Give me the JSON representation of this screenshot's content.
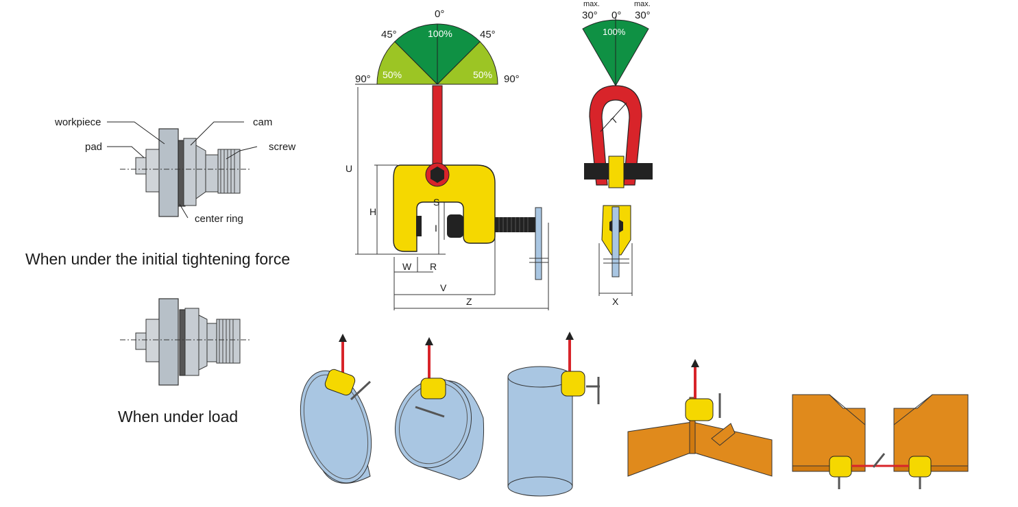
{
  "cam_labels": {
    "workpiece": "workpiece",
    "pad": "pad",
    "cam": "cam",
    "screw": "screw",
    "center_ring": "center ring"
  },
  "captions": {
    "initial": "When under the initial tightening force",
    "load": "When under load"
  },
  "clamp_dims": {
    "U": "U",
    "H": "H",
    "S": "S",
    "I": "I",
    "W": "W",
    "R": "R",
    "V": "V",
    "Z": "Z",
    "T": "T",
    "X": "X"
  },
  "angle_chart_front": {
    "top_angle": "0°",
    "left_45": "45°",
    "right_45": "45°",
    "left_90": "90°",
    "right_90": "90°",
    "center_pct": "100%",
    "left_pct": "50%",
    "right_pct": "50%"
  },
  "angle_chart_side": {
    "max_left": "max.",
    "max_right": "max.",
    "left_30": "30°",
    "right_30": "30°",
    "top_angle": "0°",
    "center_pct": "100%"
  },
  "colors": {
    "clamp_yellow": "#f5d800",
    "shackle_red": "#d8242a",
    "green_dark": "#0f9144",
    "green_light": "#9cc524",
    "pipe_blue": "#a9c6e2",
    "beam_orange": "#e08a1c"
  }
}
